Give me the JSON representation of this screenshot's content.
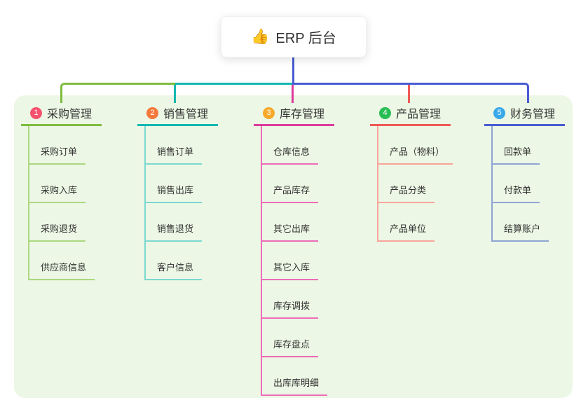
{
  "root": {
    "icon": "👍",
    "label": "ERP 后台",
    "connector_color": "#4A5CD3"
  },
  "canvas": {
    "background": "#FFFFFF",
    "panel_background": "#ECF7E5"
  },
  "branches": [
    {
      "badge": "1",
      "badge_color": "#F4526E",
      "title": "采购管理",
      "line_color": "#7FBC3F",
      "child_line_color": "#ABD77F",
      "children": [
        "采购订单",
        "采购入库",
        "采购退货",
        "供应商信息"
      ]
    },
    {
      "badge": "2",
      "badge_color": "#F5793B",
      "title": "销售管理",
      "line_color": "#13B8B1",
      "child_line_color": "#7DD8D0",
      "children": [
        "销售订单",
        "销售出库",
        "销售退货",
        "客户信息"
      ]
    },
    {
      "badge": "3",
      "badge_color": "#F6A92B",
      "title": "库存管理",
      "line_color": "#DC3C9C",
      "child_line_color": "#EE6CB8",
      "children": [
        "仓库信息",
        "产品库存",
        "其它出库",
        "其它入库",
        "库存调拨",
        "库存盘点",
        "出库库明细"
      ]
    },
    {
      "badge": "4",
      "badge_color": "#29BE55",
      "title": "产品管理",
      "line_color": "#F05A56",
      "child_line_color": "#F7A59B",
      "children": [
        "产品（物料）",
        "产品分类",
        "产品单位"
      ]
    },
    {
      "badge": "5",
      "badge_color": "#38A8E8",
      "title": "财务管理",
      "line_color": "#4A5CD3",
      "child_line_color": "#90A4D4",
      "children": [
        "回款单",
        "付款单",
        "结算账户"
      ]
    }
  ]
}
